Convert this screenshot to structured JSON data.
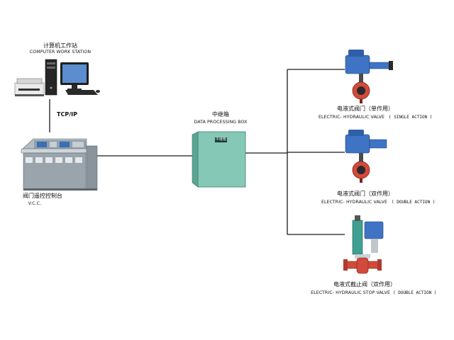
{
  "workstation": {
    "label_cn": "计算机工作站",
    "label_en": "COMPUTER WORK STATION"
  },
  "link": {
    "protocol": "TCP/IP"
  },
  "console": {
    "label_cn": "阀门遥控控制台",
    "label_en": "V.C.C."
  },
  "box": {
    "label_cn": "中继箱",
    "label_en": "DATA PROCESSING BOX",
    "plate": "中继箱"
  },
  "valves": [
    {
      "label_cn": "电液式阀门（单作用）",
      "label_en": "ELECTRIC- HYDRAULIC VALVE",
      "action_en": "( SINGLE ACTION )"
    },
    {
      "label_cn": "电液式阀门（双作用）",
      "label_en": "ELECTRIC- HYDRAULIC  VALVE",
      "action_en": "( DOUBLE ACTION )"
    },
    {
      "label_cn": "电液式截止阀（双作用）",
      "label_en": "ELECTRIC- HYDRAULIC STOP VALVE",
      "action_en": "( DOUBLE  ACTION )"
    }
  ],
  "colors": {
    "line": "#1a1a1a",
    "box_fill": "#84c8b5",
    "actuator": "#3f74c4",
    "valve_body": "#d24a3b",
    "console": "#9aa4ad",
    "stop_valve_body": "#3f9f93"
  }
}
